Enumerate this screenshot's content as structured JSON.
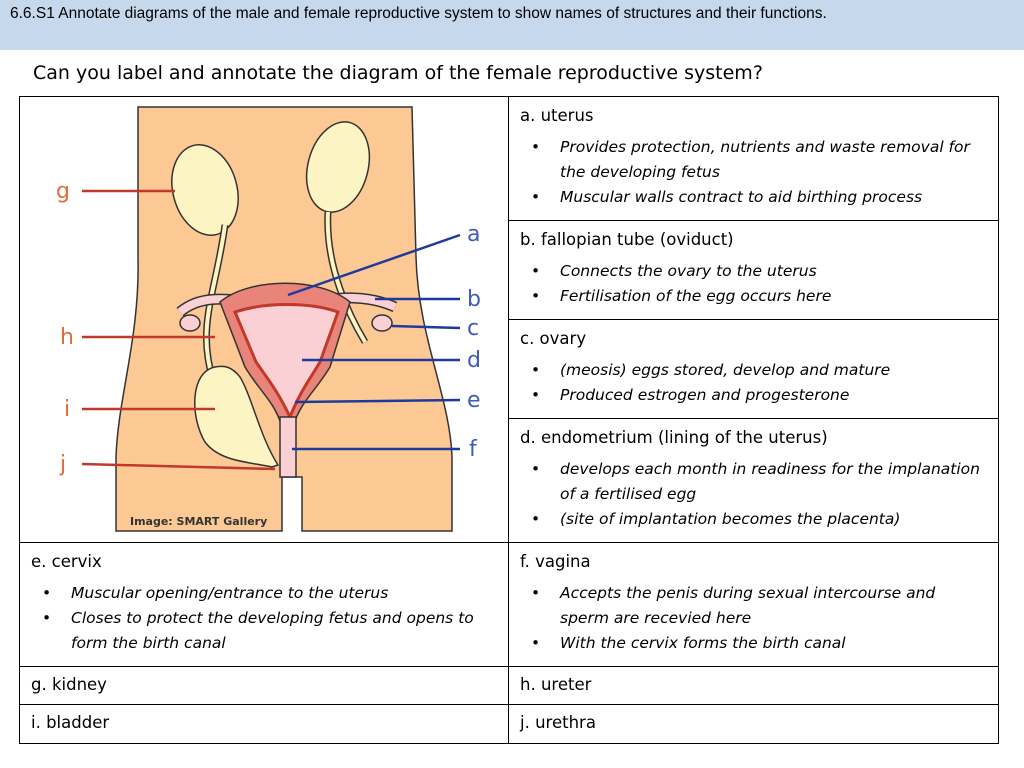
{
  "banner": {
    "text": "6.6.S1 Annotate diagrams of the male and female reproductive system to show names of structures and their functions."
  },
  "question": "Can you label and annotate the diagram of the female reproductive system?",
  "diagram": {
    "labels": [
      "g",
      "h",
      "i",
      "j",
      "a",
      "b",
      "c",
      "d",
      "e",
      "f"
    ],
    "credit": "Image: SMART Gallery"
  },
  "cells": {
    "a": {
      "title": "a. uterus",
      "points": [
        "Provides protection, nutrients and waste removal for the developing fetus",
        "Muscular walls contract to aid birthing process"
      ]
    },
    "b": {
      "title": "b. fallopian tube (oviduct)",
      "points": [
        "Connects the ovary to the uterus",
        "Fertilisation of the egg occurs here"
      ]
    },
    "c": {
      "title": "c. ovary",
      "points": [
        "(meosis) eggs stored, develop and mature",
        "Produced estrogen and progesterone"
      ]
    },
    "d": {
      "title": "d. endometrium (lining of the uterus)",
      "points": [
        "develops each month in readiness for the implanation of a fertilised egg",
        "(site of implantation becomes the placenta)"
      ]
    },
    "e": {
      "title": "e. cervix",
      "points": [
        "Muscular opening/entrance to the uterus",
        "Closes to protect the developing fetus and opens to form the birth canal"
      ]
    },
    "f": {
      "title": "f. vagina",
      "points": [
        "Accepts the penis during sexual intercourse and sperm are recevied here",
        "With the cervix forms the birth canal"
      ]
    },
    "g": {
      "title": "g. kidney"
    },
    "h": {
      "title": "h. ureter"
    },
    "i": {
      "title": "i. bladder"
    },
    "j": {
      "title": "j. urethra"
    }
  },
  "bullet": "•",
  "colors": {
    "banner": "#c6d8ec",
    "skin": "#fcc995",
    "kidney": "#fdf4c3",
    "uterus": "#e8847a",
    "uterus_dark": "#c0392b",
    "tube": "#fbd0d4",
    "label_line_left": "#c0392b",
    "label_line_right": "#1f3a9c"
  }
}
